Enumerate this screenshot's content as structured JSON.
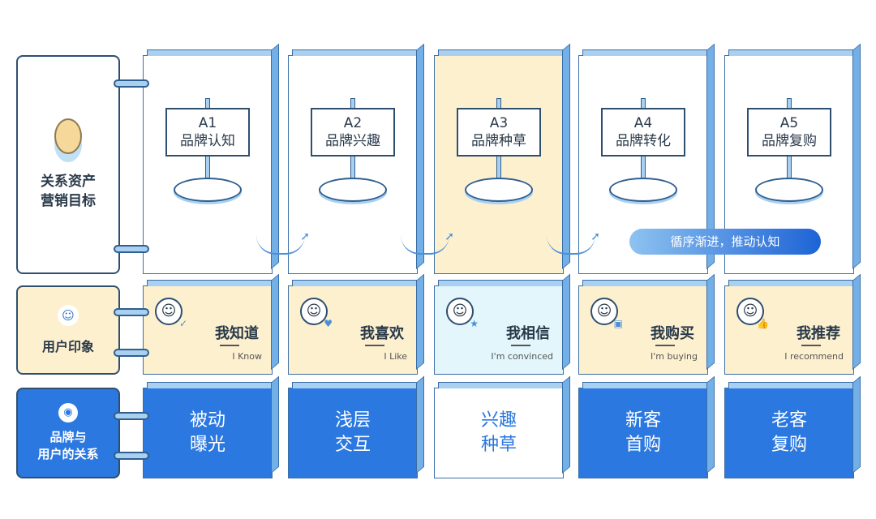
{
  "rows": {
    "goal": {
      "label": "关系资产\n营销目标",
      "icon": "coin-icon"
    },
    "impression": {
      "label": "用户印象",
      "icon": "user-icon"
    },
    "relation": {
      "label": "品牌与\n用户的关系",
      "icon": "brand-icon"
    }
  },
  "columns": [
    {
      "code": "A1",
      "stage": "品牌认知",
      "feel": "我知道",
      "feel_en": "I Know",
      "relation": "被动\n曝光",
      "face": "check"
    },
    {
      "code": "A2",
      "stage": "品牌兴趣",
      "feel": "我喜欢",
      "feel_en": "I Like",
      "relation": "浅层\n交互",
      "face": "heart"
    },
    {
      "code": "A3",
      "stage": "品牌种草",
      "feel": "我相信",
      "feel_en": "I'm convinced",
      "relation": "兴趣\n种草",
      "face": "star"
    },
    {
      "code": "A4",
      "stage": "品牌转化",
      "feel": "我购买",
      "feel_en": "I'm buying",
      "relation": "新客\n首购",
      "face": "bag"
    },
    {
      "code": "A5",
      "stage": "品牌复购",
      "feel": "我推荐",
      "feel_en": "I recommend",
      "relation": "老客\n复购",
      "face": "thumb"
    }
  ],
  "highlight_index": 2,
  "callout": "循序渐进，推动认知",
  "colors": {
    "blue": "#2b78e0",
    "cream": "#fdf0cf",
    "mint": "#e2f6fb",
    "border": "#2f4f6f"
  }
}
